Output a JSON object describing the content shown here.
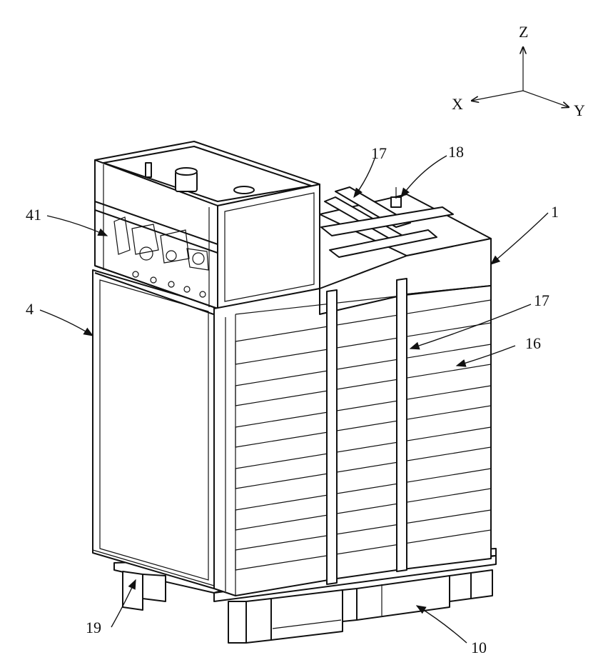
{
  "axes": {
    "z": "Z",
    "x": "X",
    "y": "Y"
  },
  "labels": {
    "l17a": "17",
    "l18": "18",
    "l1": "1",
    "l41": "41",
    "l4": "4",
    "l17b": "17",
    "l16": "16",
    "l19": "19",
    "l10": "10"
  }
}
